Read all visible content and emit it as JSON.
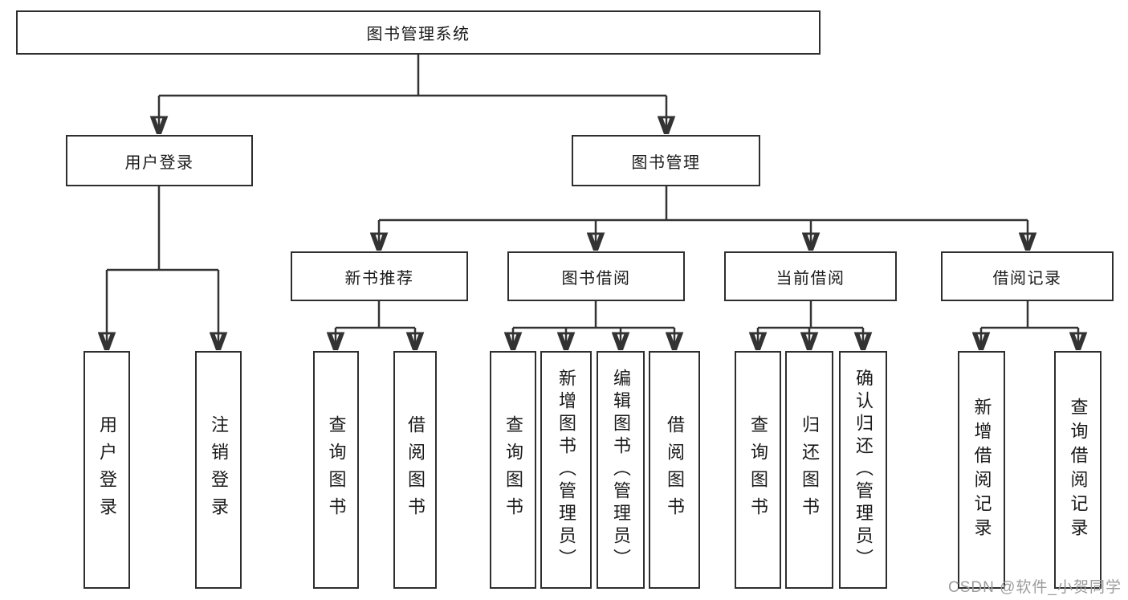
{
  "diagram": {
    "type": "hierarchy-tree",
    "title": "图书管理系统",
    "colors": {
      "background": "#ffffff",
      "box_fill": "#ffffff",
      "box_border": "#2e2e2e",
      "line": "#333333",
      "text": "#1a1a1a",
      "watermark": "#9c9c9c"
    },
    "nodes": {
      "root": {
        "label": "图书管理系统",
        "children": [
          "user_login",
          "book_mgmt"
        ]
      },
      "user_login": {
        "label": "用户登录",
        "children": [
          "leaf_user_login",
          "leaf_logout"
        ]
      },
      "book_mgmt": {
        "label": "图书管理",
        "children": [
          "new_books",
          "book_borrow",
          "current_borrow",
          "borrow_records"
        ]
      },
      "new_books": {
        "label": "新书推荐",
        "children": [
          "nb_query",
          "nb_borrow"
        ]
      },
      "book_borrow": {
        "label": "图书借阅",
        "children": [
          "bb_query",
          "bb_add",
          "bb_edit",
          "bb_borrow"
        ]
      },
      "current_borrow": {
        "label": "当前借阅",
        "children": [
          "cb_query",
          "cb_return",
          "cb_confirm"
        ]
      },
      "borrow_records": {
        "label": "借阅记录",
        "children": [
          "br_add",
          "br_query"
        ]
      },
      "leaf_user_login": {
        "label": "用户登录"
      },
      "leaf_logout": {
        "label": "注销登录"
      },
      "nb_query": {
        "label": "查询图书"
      },
      "nb_borrow": {
        "label": "借阅图书"
      },
      "bb_query": {
        "label": "查询图书"
      },
      "bb_add": {
        "label": "新增图书（管理员）"
      },
      "bb_edit": {
        "label": "编辑图书（管理员）"
      },
      "bb_borrow": {
        "label": "借阅图书"
      },
      "cb_query": {
        "label": "查询图书"
      },
      "cb_return": {
        "label": "归还图书"
      },
      "cb_confirm": {
        "label": "确认归还（管理员）"
      },
      "br_add": {
        "label": "新增借阅记录"
      },
      "br_query": {
        "label": "查询借阅记录"
      }
    }
  },
  "watermark": {
    "text": "CSDN @软件_小贺同学"
  }
}
